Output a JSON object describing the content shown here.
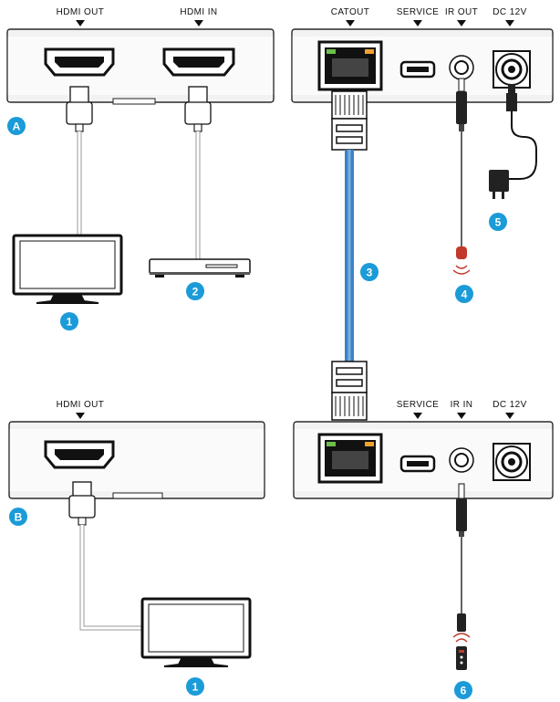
{
  "colors": {
    "badge": "#1b9bd8",
    "cat_cable": "#3c82c8",
    "led_green": "#6cc04a",
    "led_orange": "#f0a030",
    "ir_red": "#c0392b"
  },
  "unit_a": {
    "badge": "A",
    "hdmi_out_label": "HDMI OUT",
    "hdmi_in_label": "HDMI IN",
    "transmitter": {
      "catout_label": "CATOUT",
      "service_label": "SERVICE",
      "irout_label": "IR OUT",
      "dc_label": "DC 12V"
    }
  },
  "unit_b": {
    "badge": "B",
    "hdmi_out_label": "HDMI OUT",
    "receiver": {
      "service_label": "SERVICE",
      "irin_label": "IR IN",
      "dc_label": "DC 12V"
    }
  },
  "callouts": {
    "tv_a": "1",
    "source": "2",
    "cat_cable": "3",
    "ir_emitter": "4",
    "power": "5",
    "tv_b": "1",
    "ir_receiver": "6"
  },
  "icons": [
    "hdmi-port-icon",
    "rj45-port-icon",
    "usb-service-port-icon",
    "audio-jack-icon",
    "dc-jack-icon",
    "tv-icon",
    "media-player-icon",
    "power-adapter-icon",
    "ir-emitter-icon",
    "ir-receiver-icon",
    "down-arrow-icon"
  ]
}
